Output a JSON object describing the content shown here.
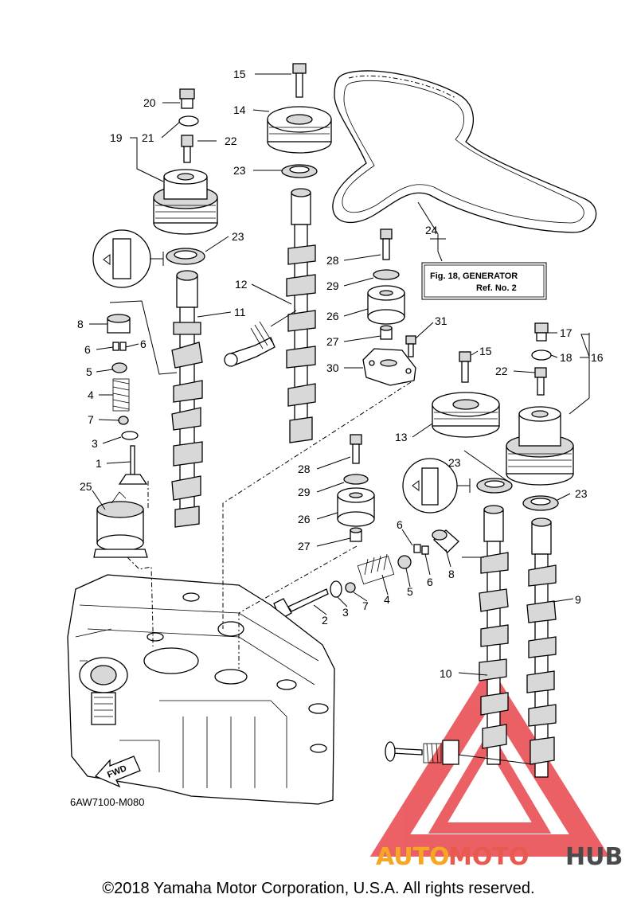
{
  "labels": {
    "l15a": "15",
    "l14": "14",
    "l23a": "23",
    "l20": "20",
    "l19": "19",
    "l21": "21",
    "l22a": "22",
    "l23b": "23",
    "l8a": "8",
    "l11": "11",
    "l12": "12",
    "l6a": "6",
    "l6b": "6",
    "l5a": "5",
    "l4a": "4",
    "l7a": "7",
    "l3a": "3",
    "l1": "1",
    "l25": "25",
    "l24": "24",
    "l28a": "28",
    "l29a": "29",
    "l26a": "26",
    "l27a": "27",
    "l31": "31",
    "l30": "30",
    "l17": "17",
    "l18": "18",
    "l16": "16",
    "l15b": "15",
    "l22b": "22",
    "l13": "13",
    "l23c": "23",
    "l23d": "23",
    "l28b": "28",
    "l29b": "29",
    "l26b": "26",
    "l27b": "27",
    "l6c": "6",
    "l6d": "6",
    "l8b": "8",
    "l5b": "5",
    "l4b": "4",
    "l7b": "7",
    "l3b": "3",
    "l2": "2",
    "l9": "9",
    "l10": "10"
  },
  "reference_box": {
    "line1": "Fig. 18, GENERATOR",
    "line2": "Ref. No. 2"
  },
  "fwd_arrow": {
    "text": "FWD",
    "icon": "fwd-arrow-icon"
  },
  "diagram_code": "6AW7100-M080",
  "watermark": {
    "auto": "AUTO",
    "moto": "MOTO",
    "hub": "HUB",
    "colors": {
      "triangle": "#e8454a",
      "auto": "#f5a623",
      "moto": "#e85a4f",
      "hub": "#4a4a4a"
    }
  },
  "copyright": "©2018 Yamaha Motor Corporation, U.S.A. All rights reserved."
}
